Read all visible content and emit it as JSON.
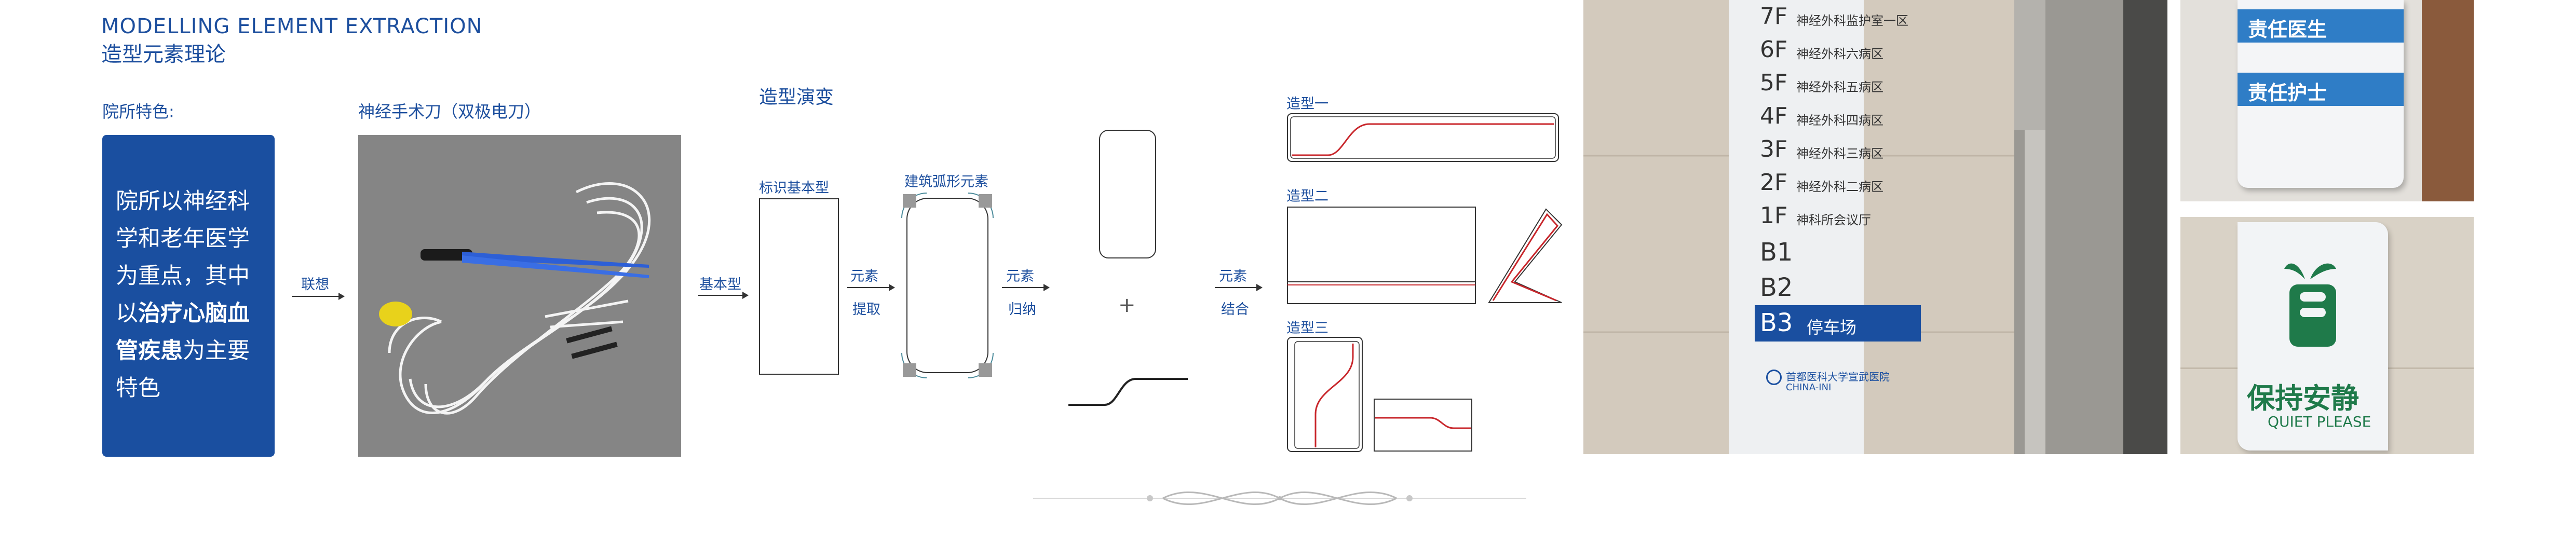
{
  "header": {
    "title_en": "MODELLING ELEMENT EXTRACTION",
    "title_cn": "造型元素理论"
  },
  "features": {
    "label": "院所特色:",
    "text_pre": "院所以神经科学和老年医学为重点，其中以",
    "text_bold": "治疗心脑血管疾患",
    "text_post": "为主要特色"
  },
  "association": {
    "label": "联想"
  },
  "instrument": {
    "label": "神经手术刀（双极电刀）"
  },
  "evolution": {
    "title": "造型演变",
    "basic_type_label": "标识基本型",
    "basic_type_arrow": "基本型",
    "arch_element_label": "建筑弧形元素",
    "extract_line1": "元素",
    "extract_line2": "提取",
    "summarize_line1": "元素",
    "summarize_line2": "归纳",
    "plus": "+",
    "combine_line1": "元素",
    "combine_line2": "结合",
    "model1": "造型一",
    "model2": "造型二",
    "model3": "造型三"
  },
  "directory_sign": {
    "floors": [
      {
        "floor": "7F",
        "text": "神经外科监护室一区"
      },
      {
        "floor": "6F",
        "text": "神经外科六病区"
      },
      {
        "floor": "5F",
        "text": "神经外科五病区"
      },
      {
        "floor": "4F",
        "text": "神经外科四病区"
      },
      {
        "floor": "3F",
        "text": "神经外科三病区"
      },
      {
        "floor": "2F",
        "text": "神经外科二病区"
      },
      {
        "floor": "1F",
        "text": "神科所会议厅"
      },
      {
        "floor": "B1",
        "text": ""
      },
      {
        "floor": "B2",
        "text": ""
      },
      {
        "floor": "B3",
        "text": "停车场"
      }
    ],
    "logo_text": "首都医科大学宣武医院",
    "logo_sub": "CHINA-INI"
  },
  "duty_sign": {
    "doctor": "责任医生",
    "nurse": "责任护士"
  },
  "quiet_sign": {
    "cn": "保持安静",
    "en": "QUIET PLEASE"
  },
  "colors": {
    "brand_blue": "#1a4fa0",
    "accent_red": "#c8262b",
    "sign_green": "#1f7a4a"
  }
}
